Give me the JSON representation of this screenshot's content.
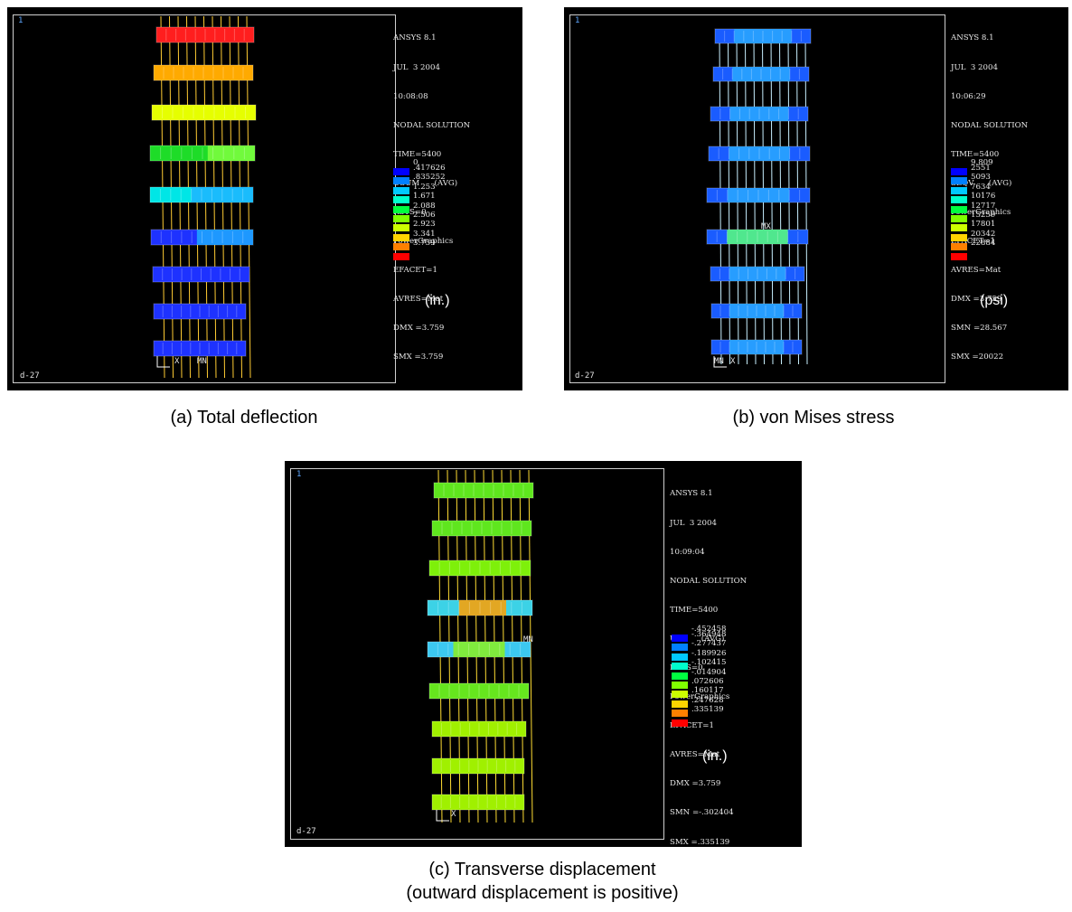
{
  "panels": {
    "a": {
      "corner_id": "1",
      "model_id": "d-27",
      "axis_label": "X",
      "mn_label": "MN",
      "info": [
        "ANSYS 8.1",
        "JUL  3 2004",
        "10:08:08",
        "NODAL SOLUTION",
        "TIME=5400",
        "USUM      (AVG)",
        "RSYS=0",
        "PowerGraphics",
        "EFACET=1",
        "AVRES=Mat",
        "DMX =3.759",
        "SMX =3.759"
      ],
      "legend_first": "0",
      "legend_values": [
        ".417626",
        ".835252",
        "1.253",
        "1.671",
        "2.088",
        "2.506",
        "2.923",
        "3.341",
        "3.759"
      ],
      "unit": "(in.)",
      "caption": "(a) Total deflection"
    },
    "b": {
      "corner_id": "1",
      "model_id": "d-27",
      "axis_label": "X",
      "mn_label": "MN",
      "mx_label": "MX",
      "info": [
        "ANSYS 8.1",
        "JUL  3 2004",
        "10:06:29",
        "NODAL SOLUTION",
        "TIME=5400",
        "SEQV      (AVG)",
        "PowerGraphics",
        "EFACET=1",
        "AVRES=Mat",
        "DMX =3.759",
        "SMN =28.567",
        "SMX =20022"
      ],
      "legend_first": "9.809",
      "legend_values": [
        "2551",
        "5093",
        "7634",
        "10176",
        "12717",
        "15259",
        "17801",
        "20342",
        "22884"
      ],
      "unit": "(psi)",
      "caption": "(b) von Mises stress"
    },
    "c": {
      "corner_id": "1",
      "model_id": "d-27",
      "axis_label": "X",
      "mn_label": "MN",
      "info": [
        "ANSYS 8.1",
        "JUL  3 2004",
        "10:09:04",
        "NODAL SOLUTION",
        "TIME=5400",
        "UY        (AVG)",
        "RSYS=0",
        "PowerGraphics",
        "EFACET=1",
        "AVRES=Mat",
        "DMX =3.759",
        "SMN =-.302404",
        "SMX =.335139"
      ],
      "legend_first": "-.452458",
      "legend_values": [
        "-.364948",
        "-.277437",
        "-.189926",
        "-.102415",
        "-.014904",
        ".072606",
        ".160117",
        ".247628",
        ".335139"
      ],
      "unit": "(in.)",
      "caption_line1": "(c) Transverse displacement",
      "caption_line2": "(outward displacement is positive)"
    }
  },
  "legend_colors": [
    "#0000ff",
    "#0080ff",
    "#00c8ff",
    "#00ffcc",
    "#00ff40",
    "#80ff00",
    "#ccff00",
    "#ffd400",
    "#ff8000",
    "#ff0000"
  ],
  "contour_colors": {
    "a_bands": [
      "#ff1e1e",
      "#ffaa00",
      "#e6ff00",
      "#1edc28",
      "#00e6e6",
      "#1e32ff",
      "#1e32ff",
      "#1e32ff",
      "#1e32ff"
    ],
    "b_band": "#1a5cff",
    "c_bands": [
      "#5fe61e",
      "#5fe61e",
      "#7ef00a",
      "#3cd2e6",
      "#3cc8f0",
      "#66e61e",
      "#a0f000",
      "#a0f000",
      "#a0f000"
    ]
  }
}
